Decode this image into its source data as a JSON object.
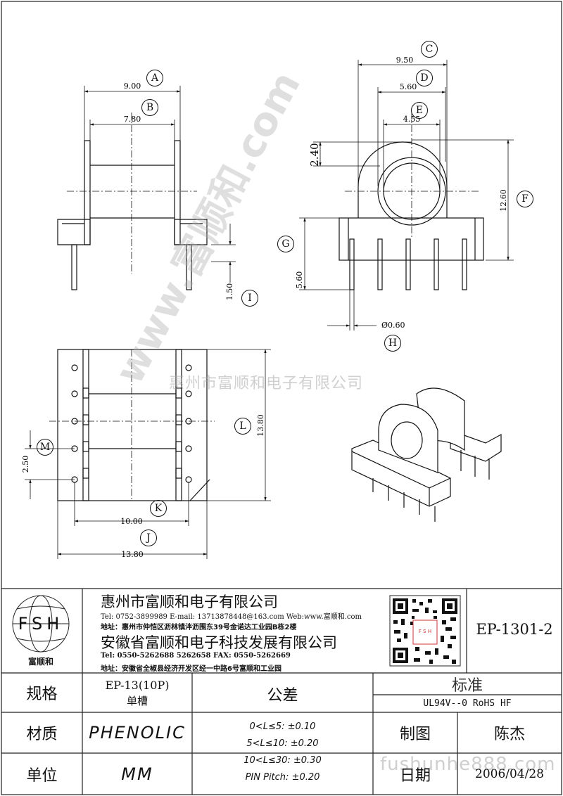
{
  "dims": {
    "a_width": "9.00",
    "b_width": "7.80",
    "c_width": "9.50",
    "d_width": "5.60",
    "e_width": "4.55",
    "flange": "2.40",
    "f_height": "12.60",
    "g_height": "5.60",
    "pin_length": "1.50",
    "pin_dia": "Ø0.60",
    "l_height": "13.80",
    "m_pitch": "2.50",
    "k_width": "10.00",
    "j_width": "13.80"
  },
  "letters": [
    "A",
    "B",
    "C",
    "D",
    "E",
    "F",
    "G",
    "H",
    "I",
    "J",
    "K",
    "L",
    "M"
  ],
  "watermark": {
    "company": "惠州市富顺和电子有限公司",
    "diagonal": "www.富顺和.com",
    "bottom": "fushunhe888.com"
  },
  "logo": {
    "text": "FSH",
    "caption": "富顺和"
  },
  "company1": {
    "name": "惠州市富顺和电子有限公司",
    "contact": "Tel: 0752-3899989  E-mail: 13713878448@163.com  Web:www.富顺和.com",
    "address": "地址：惠州市仲恺区沥林镇泮沥围东39号金诺达工业园B栋2楼"
  },
  "company2": {
    "name": "安徽省富顺和电子科技发展有限公司",
    "contact": "Tel: 0550-5262688  5262658    FAX: 0550-5262669",
    "address": "地址：安徽省全椒县经济开发区经一中路6号富顺和工业园"
  },
  "qr_label": "F S H",
  "part_number": "EP-1301-2",
  "table": {
    "spec_label": "规格",
    "spec_value_1": "EP-13(10P)",
    "spec_value_2": "单槽",
    "tolerance_label": "公差",
    "tolerance_lines": [
      "0<L≤5: ±0.10",
      "5<L≤10: ±0.20",
      "10<L≤30: ±0.30",
      "PIN Pitch: ±0.20"
    ],
    "standard_label": "标准",
    "standard_value": "UL94V--0  RoHS HF",
    "material_label": "材质",
    "material_value": "PHENOLIC",
    "drawn_label": "制图",
    "drawn_value": "陈杰",
    "unit_label": "单位",
    "unit_value": "MM",
    "date_label": "日期",
    "date_value": "2006/04/28"
  }
}
